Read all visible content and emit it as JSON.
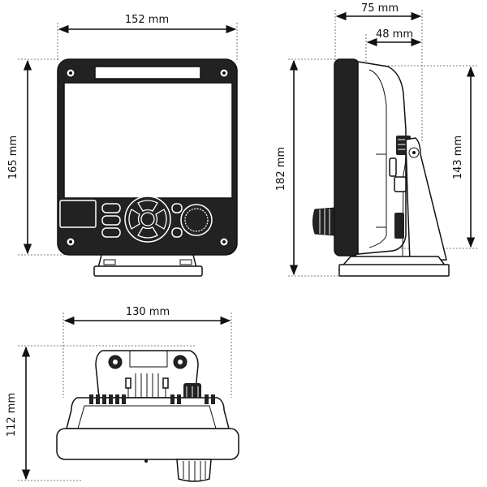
{
  "dimensions": {
    "front_width": "152 mm",
    "front_height": "165 mm",
    "side_depth_total": "75 mm",
    "side_depth_body": "48 mm",
    "side_height_total": "182 mm",
    "side_height_body": "143 mm",
    "bottom_width": "130 mm",
    "bottom_depth": "112 mm"
  }
}
